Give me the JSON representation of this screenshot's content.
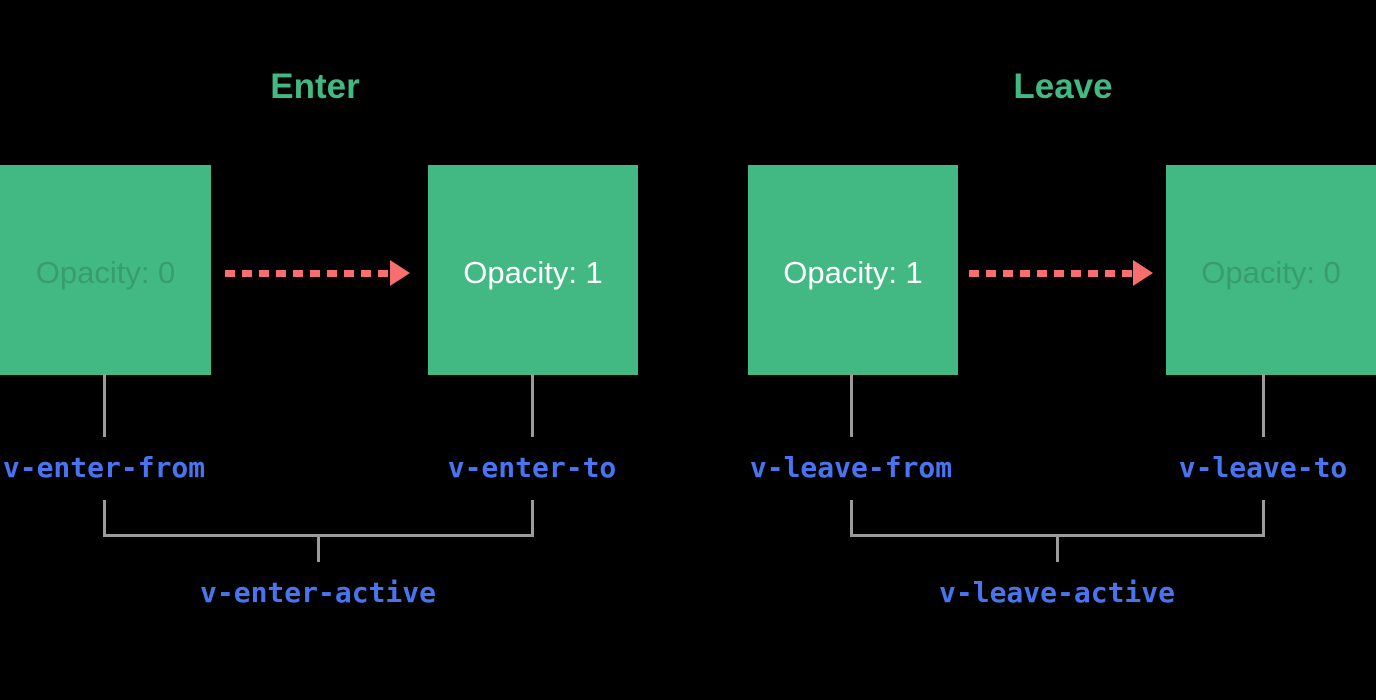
{
  "colors": {
    "green": "#42b883",
    "blue": "#4874f0",
    "gray": "#9b9b9b",
    "salmon": "#f86e6e",
    "white": "#ffffff",
    "bg": "#000000"
  },
  "sections": [
    {
      "id": "enter",
      "title": "Enter",
      "boxes": [
        {
          "label": "Opacity: 0",
          "state": "faint"
        },
        {
          "label": "Opacity: 1",
          "state": "solid"
        }
      ],
      "from_class": "v-enter-from",
      "to_class": "v-enter-to",
      "active_class": "v-enter-active"
    },
    {
      "id": "leave",
      "title": "Leave",
      "boxes": [
        {
          "label": "Opacity: 1",
          "state": "solid"
        },
        {
          "label": "Opacity: 0",
          "state": "faint"
        }
      ],
      "from_class": "v-leave-from",
      "to_class": "v-leave-to",
      "active_class": "v-leave-active"
    }
  ]
}
